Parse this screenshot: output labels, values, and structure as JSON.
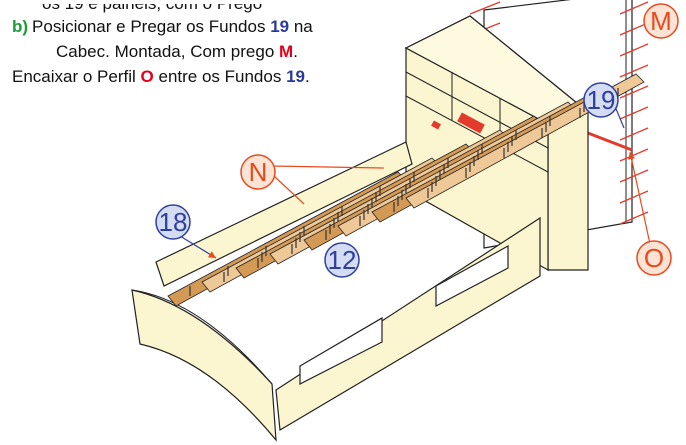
{
  "instructions": {
    "line0_fragment": "os 19 e paineis, com o Prego",
    "step_label": "b)",
    "line1_text": "Posicionar e Pregar os Fundos",
    "line1_part": "19",
    "line1_end": "na",
    "line2_text": "Cabec. Montada, Com prego",
    "line2_part": "M",
    "line2_end": ".",
    "line3_text": "Encaixar o Perfil",
    "line3_part1": "O",
    "line3_mid": "entre os Fundos",
    "line3_part2": "19",
    "line3_end": "."
  },
  "callouts": {
    "M": "M",
    "N": "N",
    "O": "O",
    "p19": "19",
    "p18": "18",
    "p12": "12"
  },
  "colors": {
    "callout_red_fill": "#fde3d4",
    "callout_red_stroke": "#e84a1f",
    "callout_blue_fill": "#d4dcf3",
    "callout_blue_stroke": "#2f3f9f",
    "wood": "#fbf6cf",
    "slat": "#eec896",
    "slat_dark": "#d49a55",
    "nail": "#e33a2e"
  }
}
